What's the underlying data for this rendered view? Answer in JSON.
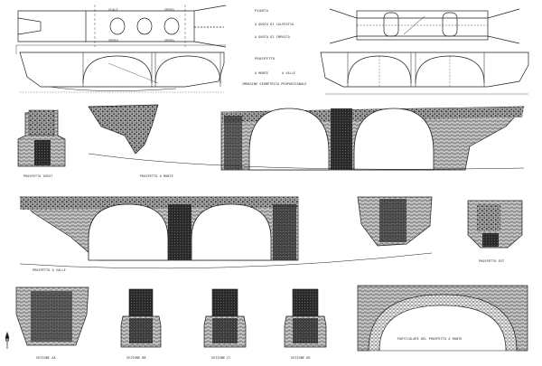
{
  "ink": "#1f1f1f",
  "paper": "#ffffff",
  "plan": {
    "upstream_labels": [
      "SCALE",
      "SPERO"
    ],
    "downstream_labels": [
      "SPERO",
      "SPERO"
    ],
    "title": "PIANTA",
    "legend": [
      "A QUOTA DI CALPESTIO",
      "A QUOTA DI IMPOSTA"
    ]
  },
  "elevation_block": {
    "title": "PROSPETTO",
    "sides": [
      "A MONTE",
      "A VALLE"
    ],
    "caption": "IMMAGINE GEOMETRICA PROPORZIONALE"
  },
  "views": {
    "prospetto_ovest": "PROSPETTO OVEST",
    "prospetto_monte": "PROSPETTO A MONTE",
    "prospetto_valle": "PROSPETTO A VALLE",
    "prospetto_est": "PROSPETTO EST",
    "sezione_aa": "SEZIONE AA",
    "sezione_bb": "SEZIONE BB",
    "sezione_cc": "SEZIONE CC",
    "sezione_dd": "SEZIONE DD",
    "particolare": "PARTICOLARE DEL PROSPETTO A MONTE"
  }
}
